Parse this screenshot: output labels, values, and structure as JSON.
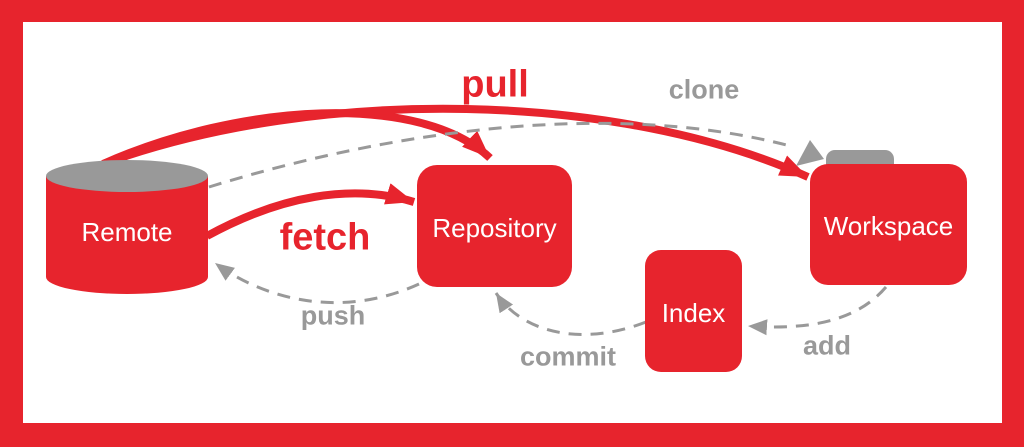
{
  "diagram": {
    "type": "git-data-transport-diagram",
    "nodes": [
      {
        "id": "remote",
        "label": "Remote",
        "shape": "cylinder"
      },
      {
        "id": "repository",
        "label": "Repository",
        "shape": "rounded-rect"
      },
      {
        "id": "index",
        "label": "Index",
        "shape": "rounded-rect"
      },
      {
        "id": "workspace",
        "label": "Workspace",
        "shape": "folder"
      }
    ],
    "edges": [
      {
        "label": "pull",
        "from": "remote",
        "to": "repository",
        "style": "solid-red"
      },
      {
        "label": "pull",
        "from": "remote",
        "to": "workspace",
        "style": "solid-red"
      },
      {
        "label": "fetch",
        "from": "remote",
        "to": "repository",
        "style": "solid-red"
      },
      {
        "label": "clone",
        "from": "remote",
        "to": "workspace",
        "style": "dashed-gray"
      },
      {
        "label": "push",
        "from": "repository",
        "to": "remote",
        "style": "dashed-gray"
      },
      {
        "label": "commit",
        "from": "index",
        "to": "repository",
        "style": "dashed-gray"
      },
      {
        "label": "add",
        "from": "workspace",
        "to": "index",
        "style": "dashed-gray"
      }
    ],
    "colors": {
      "accent_red": "#e7242d",
      "gray": "#999999",
      "node_text": "#ffffff",
      "background": "#ffffff",
      "frame": "#e7242d"
    }
  }
}
